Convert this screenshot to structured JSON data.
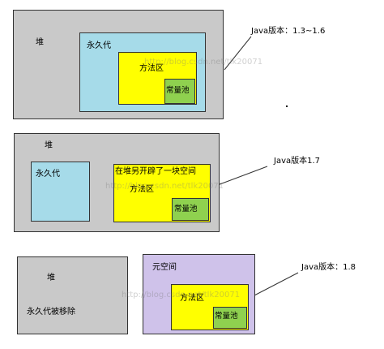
{
  "diagram1": {
    "heap_label": "堆",
    "permgen_label": "永久代",
    "method_area_label": "方法区",
    "const_pool_label": "常量池",
    "version_label": "Java版本：1.3~1.6"
  },
  "diagram2": {
    "heap_label": "堆",
    "permgen_label": "永久代",
    "heap_space_label": "在堆另开辟了一块空间",
    "method_area_label": "方法区",
    "const_pool_label": "常量池",
    "version_label": "Java版本1.7"
  },
  "diagram3": {
    "heap_label": "堆",
    "permgen_removed_label": "永久代被移除",
    "metaspace_label": "元空间",
    "method_area_label": "方法区",
    "const_pool_label": "常量池",
    "version_label": "Java版本：1.8"
  },
  "watermark": "http://blog.csdn.net/tlk20071",
  "colors": {
    "heap": "#c9c9c9",
    "permgen": "#a6dbe9",
    "method_area": "#ffff00",
    "const_pool": "#8fd14f",
    "metaspace": "#cfc2ea"
  }
}
